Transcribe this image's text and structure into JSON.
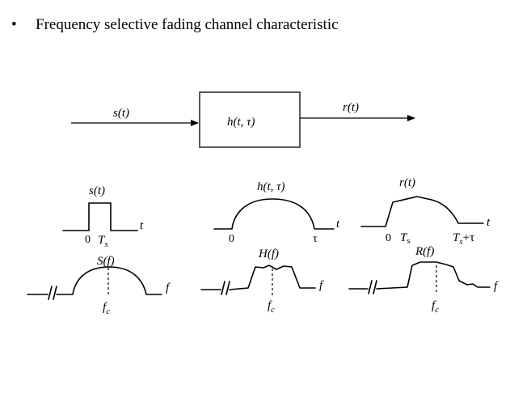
{
  "slide": {
    "bullet": "•",
    "title": "Frequency selective fading channel characteristic"
  },
  "block_diagram": {
    "input_label": "s(t)",
    "block_label": "h(t, τ)",
    "output_label": "r(t)"
  },
  "time_plots": {
    "input": {
      "label": "s(t)",
      "axis": "t",
      "tick_zero": "0",
      "tick_end": "T",
      "tick_end_sub": "s"
    },
    "channel": {
      "label": "h(t, τ)",
      "axis": "t",
      "tick_zero": "0",
      "tick_end": "τ"
    },
    "output": {
      "label": "r(t)",
      "axis": "t",
      "tick_zero": "0",
      "tick_mid": "T",
      "tick_mid_sub": "s",
      "tick_end": "T",
      "tick_end_sub": "s",
      "tick_end_suffix": "+τ"
    }
  },
  "freq_plots": {
    "input": {
      "label": "S(f)",
      "axis": "f",
      "center": "f",
      "center_sub": "c"
    },
    "channel": {
      "label": "H(f)",
      "axis": "f",
      "center": "f",
      "center_sub": "c"
    },
    "output": {
      "label": "R(f)",
      "axis": "f",
      "center": "f",
      "center_sub": "c"
    }
  },
  "colors": {
    "ink": "#000000",
    "background": "#ffffff"
  }
}
